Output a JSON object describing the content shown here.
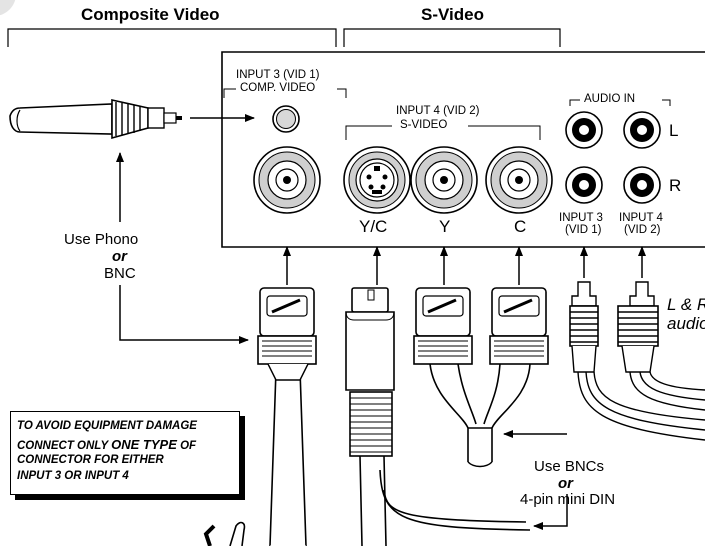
{
  "headers": {
    "composite": "Composite Video",
    "svideo": "S-Video"
  },
  "panel": {
    "input3_title": "INPUT 3 (VID 1)",
    "input3_sub": "COMP. VIDEO",
    "input4_title": "INPUT 4 (VID 2)",
    "input4_sub": "S-VIDEO",
    "audio_in": "AUDIO IN",
    "label_l": "L",
    "label_r": "R",
    "audio_in3": "INPUT 3",
    "audio_in3_sub": "(VID 1)",
    "audio_in4": "INPUT 4",
    "audio_in4_sub": "(VID 2)",
    "svideo_yc": "Y/C",
    "svideo_y": "Y",
    "svideo_c": "C"
  },
  "callouts": {
    "use_phono": "Use Phono",
    "or1": "or",
    "bnc": "BNC",
    "use_bncs": "Use BNCs",
    "or2": "or",
    "mini_din": "4-pin mini DIN",
    "lr_audio_1": "L & R",
    "lr_audio_2": "audio"
  },
  "warning": {
    "line1": "TO AVOID EQUIPMENT DAMAGE",
    "line2_pre": "CONNECT ONLY ",
    "line2_em": "ONE TYPE",
    "line2_post": " OF",
    "line3": "CONNECTOR FOR EITHER",
    "line4": "INPUT 3 OR INPUT 4"
  }
}
